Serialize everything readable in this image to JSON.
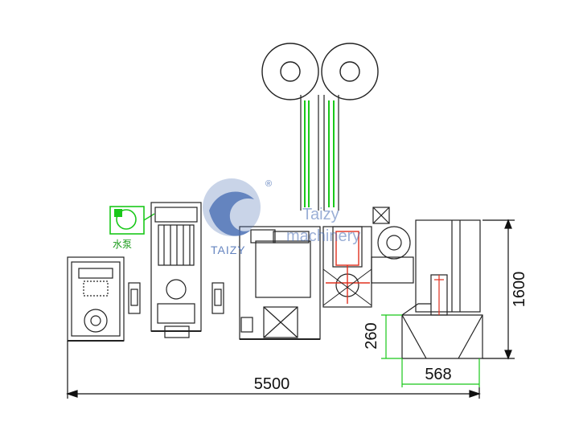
{
  "dimensions": {
    "total_width": "5500",
    "height": "1600",
    "outlet_height": "260",
    "outlet_width": "568"
  },
  "labels": {
    "water_pump": "水泵"
  },
  "watermark": {
    "brand": "TAIZY",
    "line1": "Taizy",
    "line2": "machinery",
    "registered": "®"
  },
  "colors": {
    "line": "#222222",
    "dimension_accent": "#19c819",
    "highlight": "#e0301e",
    "watermark": "#4a6fb5"
  }
}
